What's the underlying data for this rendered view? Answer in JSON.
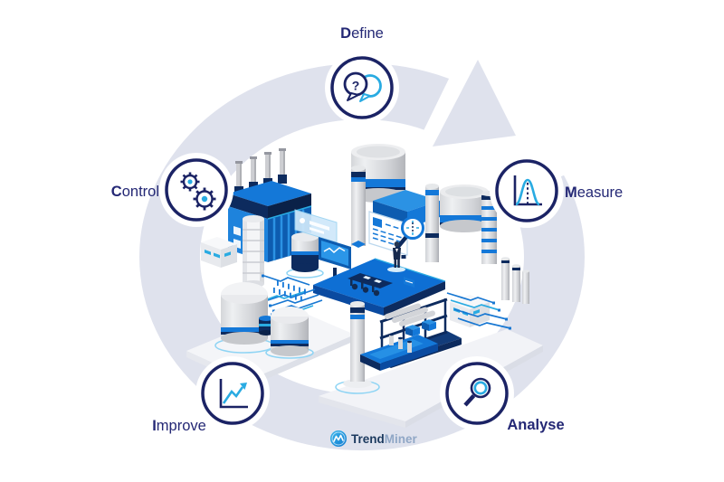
{
  "diagram": {
    "name": "DMAIC continuous improvement cycle",
    "stages": [
      {
        "id": "define",
        "bold_part": "D",
        "rest": "efine",
        "icon": "speech-bubbles",
        "glyph": "?"
      },
      {
        "id": "measure",
        "bold_part": "M",
        "rest": "easure",
        "icon": "bell-curve"
      },
      {
        "id": "analyse",
        "bold_part": "Analyse",
        "rest": "",
        "icon": "magnifying-glass"
      },
      {
        "id": "improve",
        "bold_part": "I",
        "rest": "mprove",
        "icon": "rising-chart"
      },
      {
        "id": "control",
        "bold_part": "C",
        "rest": "ontrol",
        "icon": "gears"
      }
    ],
    "logo": {
      "brand": "TrendMiner",
      "part1": "Trend",
      "part2": "Miner"
    },
    "illustration": "isometric smart factory with storage tanks, chimneys, factory building, meeting platform, analyst figure, document with magnifier, scaffold and circuit traces",
    "colors": {
      "navy": "#1b2365",
      "text_navy": "#242875",
      "cyan": "#29abe2",
      "blue": "#1478d8",
      "dark_blue": "#0d5cb0",
      "deep_navy": "#0d2b5e",
      "ring_gray": "#dfe2ed"
    }
  }
}
